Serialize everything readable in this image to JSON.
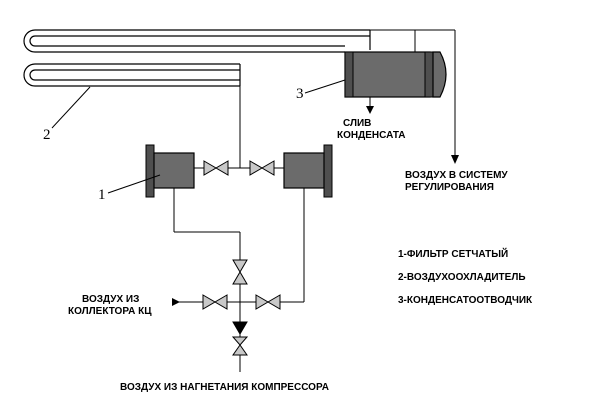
{
  "callouts": {
    "n1": "1",
    "n2": "2",
    "n3": "3"
  },
  "labels": {
    "drain_line1": "СЛИВ",
    "drain_line2": "КОНДЕНСАТА",
    "air_out_line1": "ВОЗДУХ В СИСТЕМУ",
    "air_out_line2": "РЕГУЛИРОВАНИЯ",
    "air_in_kc_line1": "ВОЗДУХ ИЗ",
    "air_in_kc_line2": "КОЛЛЕКТОРА КЦ",
    "air_in_compressor": "ВОЗДУХ ИЗ НАГНЕТАНИЯ КОМПРЕССОРА"
  },
  "legend": {
    "item1": "1-ФИЛЬТР СЕТЧАТЫЙ",
    "item2": "2-ВОЗДУХООХЛАДИТЕЛЬ",
    "item3": "3-КОНДЕНСАТООТВОДЧИК"
  },
  "colors": {
    "line": "#000000",
    "body_fill": "#6b6b6b",
    "flange_fill": "#4f4f4f",
    "valve_fill": "#c8c8c8",
    "check_valve_fill": "#000000"
  }
}
